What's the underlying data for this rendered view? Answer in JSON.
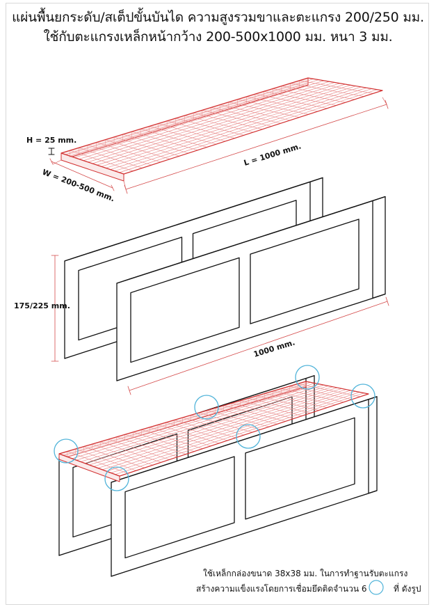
{
  "title": {
    "line1": "แผ่นพื้นยกระดับ/สเต็ปขั้นบันได ความสูงรวมขาและตะแกรง 200/250 มม.",
    "line2": "ใช้กับตะแกรงเหล็กหน้ากว้าง 200-500x1000 มม. หนา 3 มม."
  },
  "dimensions": {
    "height": "H = 25 mm.",
    "width": "W = 200-500 mm.",
    "length": "L = 1000 mm.",
    "leg_height": "175/225 mm.",
    "leg_length": "1000 mm."
  },
  "note": {
    "line1": "ใช้เหล็กกล่องขนาด 38x38 มม. ในการทำฐานรับตะแกรง",
    "line2": "สร้างความแข็งแรงโดยการเชื่อมยึดติดจำนวน 6",
    "line2_suffix": "ที่ ดังรูป"
  },
  "colors": {
    "outline": "#111111",
    "grating": "#d23030",
    "grating_light": "#e88a8a",
    "dimension": "#d44a4a",
    "weld_circle": "#4fb3d9"
  }
}
